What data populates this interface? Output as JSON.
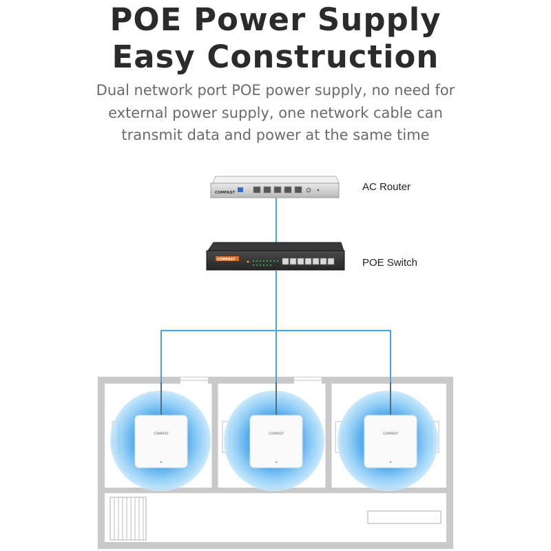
{
  "heading": {
    "line1": "POE Power Supply",
    "line2": "Easy Construction"
  },
  "description": {
    "line1": "Dual network port POE power supply, no need for",
    "line2": "external power supply, one network cable can",
    "line3": "transmit data and power at the same time"
  },
  "devices": {
    "router": {
      "label": "AC Router",
      "brand": "COMFAST"
    },
    "switch": {
      "label": "POE Switch",
      "brand": "COMFAST"
    },
    "access_point_brand": "COMFAST"
  },
  "colors": {
    "cable": "#4aa3d9",
    "signal": "#2f8fe0",
    "wall": "#c9c9c9"
  },
  "access_point_count": 3
}
